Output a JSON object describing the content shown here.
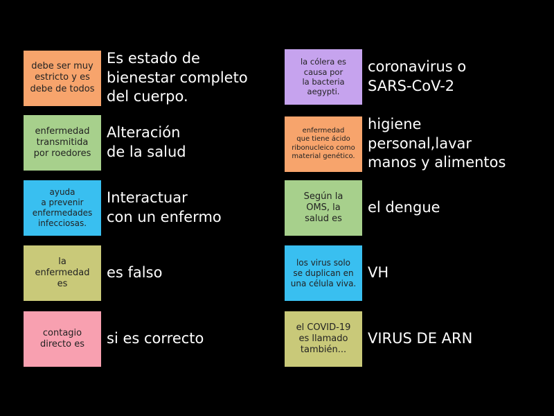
{
  "colors": {
    "background": "#000000",
    "orange": "#f7a46c",
    "green": "#a7d08c",
    "cyan": "#39bff0",
    "olive": "#c9c979",
    "pink": "#f8a0b0",
    "purple": "#c6a3ee"
  },
  "left": [
    {
      "card": "debe ser muy\nestricto y es\ndebe de todos",
      "answer": "Es estado de\nbienestar completo\ndel cuerpo."
    },
    {
      "card": "enfermedad\ntransmitida\npor roedores",
      "answer": "Alteración\nde la salud"
    },
    {
      "card": "ayuda\na prevenir\nenfermedades\ninfecciosas.",
      "answer": "Interactuar\ncon un enfermo"
    },
    {
      "card": "la\nenfermedad\nes",
      "answer": "es falso"
    },
    {
      "card": "contagio\ndirecto es",
      "answer": "si es correcto"
    }
  ],
  "right": [
    {
      "card": "la cólera es\ncausa por\nla bacteria\naegypti.",
      "answer": "coronavirus o\nSARS-CoV-2"
    },
    {
      "card": "enfermedad\nque tiene ácido\nribonucleico como\nmaterial genético.",
      "answer": "higiene\npersonal,lavar\nmanos y alimentos"
    },
    {
      "card": "Según la\nOMS, la\nsalud es",
      "answer": "el dengue"
    },
    {
      "card": "los virus solo\nse duplican en\nuna célula viva.",
      "answer": "VH"
    },
    {
      "card": "el COVID-19\nes llamado\ntambién...",
      "answer": "VIRUS DE ARN"
    }
  ]
}
